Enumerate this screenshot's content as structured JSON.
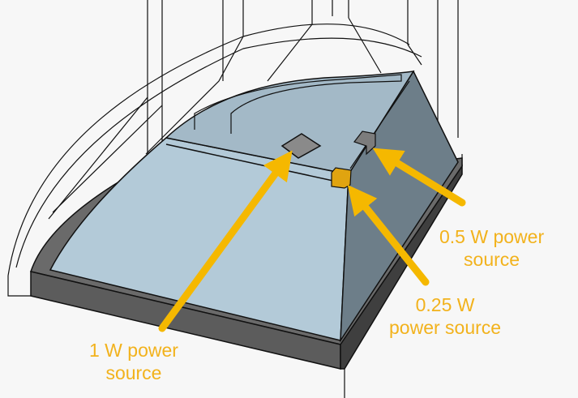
{
  "colors": {
    "background": "#f7f7f7",
    "base_slab": "#5f5f5f",
    "pyramid_front": "#b3cad8",
    "pyramid_side": "#6d7e89",
    "dome": "#9fb5c3",
    "source_grey": "#8a8a8a",
    "source_orange": "#e0a410",
    "arrow": "#f5b800",
    "label": "#f2b21c"
  },
  "labels": {
    "one_w": [
      "1 W power",
      "source"
    ],
    "quarter_w": [
      "0.25 W",
      "power source"
    ],
    "half_w": [
      "0.5 W power",
      "source"
    ]
  }
}
